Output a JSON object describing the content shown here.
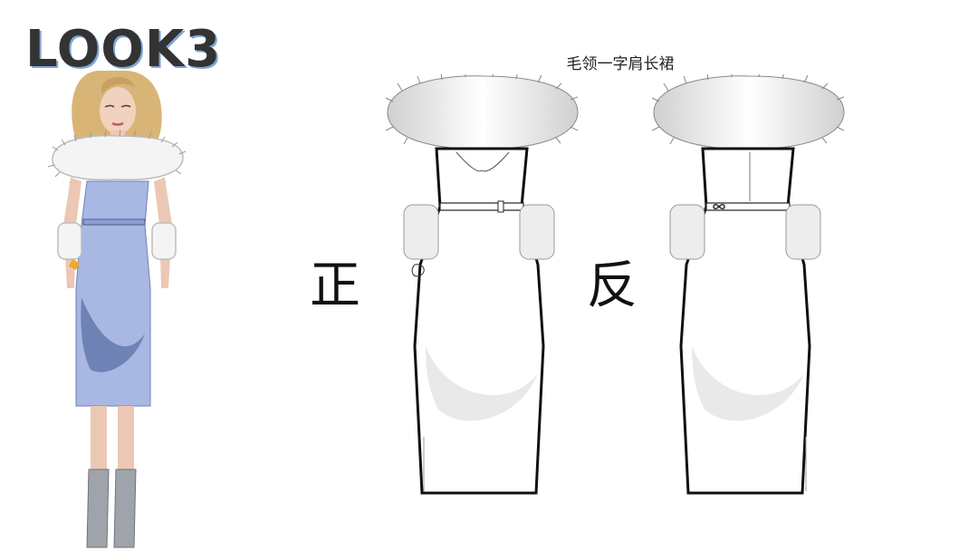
{
  "look": {
    "title": "LOOK3"
  },
  "sheet": {
    "garment_name": "毛领一字肩长裙"
  },
  "views": {
    "front_label": "正",
    "back_label": "反"
  },
  "colors": {
    "dress_blue": "#a9b8e2",
    "dress_shadow": "#6f82b6",
    "fur": "#f2f2f2",
    "fur_shade": "#cfcfcf",
    "outline": "#111111",
    "boot": "#9fa4aa",
    "hair": "#d8b577"
  },
  "icons": [
    "model-illustration",
    "front-flat-sketch",
    "back-flat-sketch"
  ]
}
